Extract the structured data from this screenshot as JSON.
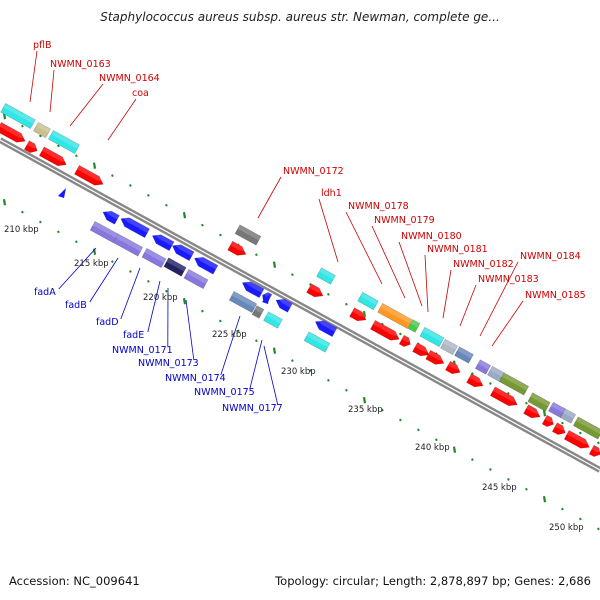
{
  "title": "Staphylococcus aureus subsp. aureus str. Newman, complete ge...",
  "footer": {
    "accession": "Accession: NC_009641",
    "summary": "Topology: circular; Length: 2,878,897 bp; Genes: 2,686"
  },
  "colors": {
    "forward_gene": "#ff0000",
    "reverse_gene": "#1a1aff",
    "forward_label": "#cc0000",
    "reverse_label": "#0000cc",
    "backbone": "#888888",
    "tick": "#228822",
    "cyan": "#33e6e6",
    "khaki": "#c8c090",
    "gray": "#777777",
    "steelblue": "#6688bb",
    "lightsteel": "#99aac4",
    "orange": "#ff9922",
    "olive": "#779933",
    "purple": "#8877dd",
    "darkblue": "#222266",
    "silver": "#b0b8c4"
  },
  "scale_labels": [
    "210 kbp",
    "215 kbp",
    "220 kbp",
    "225 kbp",
    "230 kbp",
    "235 kbp",
    "240 kbp",
    "245 kbp",
    "250 kbp"
  ],
  "forward_labels": [
    "pflB",
    "NWMN_0163",
    "NWMN_0164",
    "coa",
    "NWMN_0172",
    "ldh1",
    "NWMN_0178",
    "NWMN_0179",
    "NWMN_0180",
    "NWMN_0181",
    "NWMN_0182",
    "NWMN_0184",
    "NWMN_0183",
    "NWMN_0185"
  ],
  "reverse_labels": [
    "fadA",
    "fadB",
    "fadD",
    "fadE",
    "NWMN_0171",
    "NWMN_0173",
    "NWMN_0174",
    "NWMN_0175",
    "NWMN_0177"
  ]
}
